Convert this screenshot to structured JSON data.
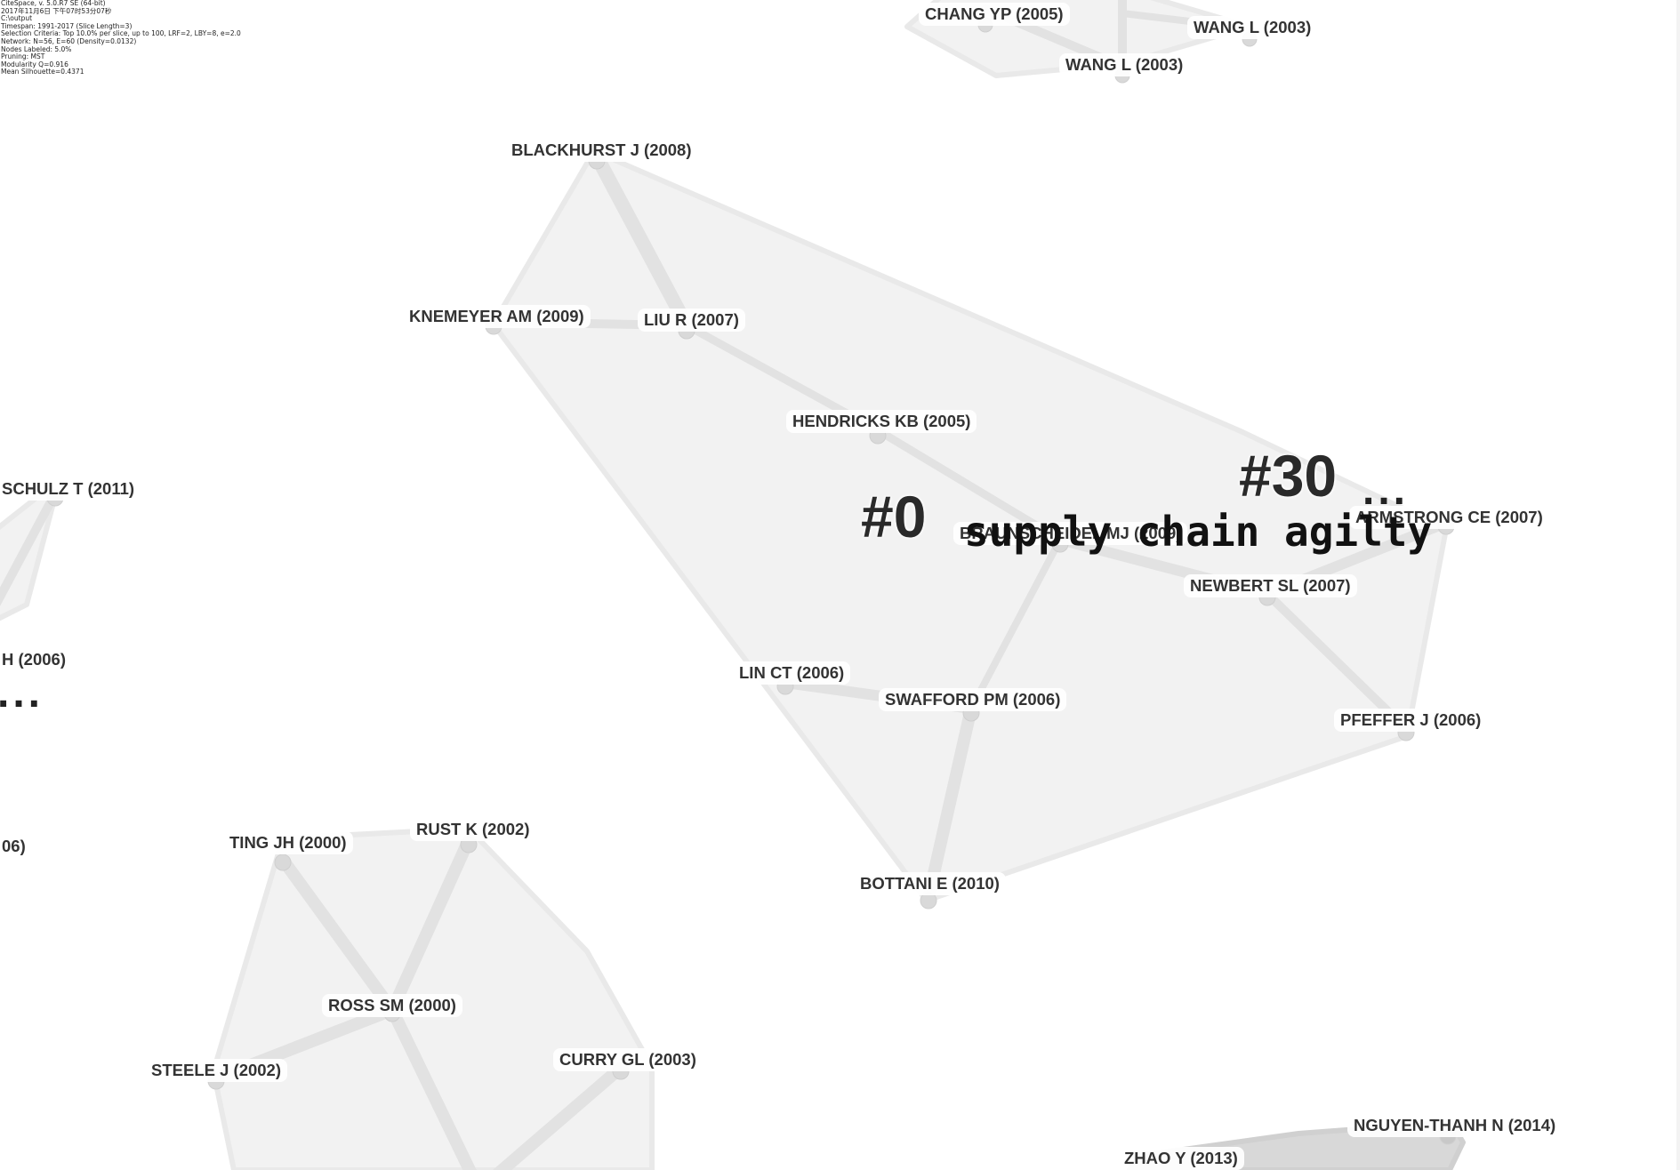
{
  "info_panel": {
    "lines": [
      "CiteSpace, v. 5.0.R7 SE (64-bit)",
      "2017年11月6日 下午07时53分07秒",
      "C:\\output",
      "Timespan: 1991-2017 (Slice Length=3)",
      "Selection Criteria: Top 10.0% per slice, up to 100, LRF=2, LBY=8, e=2.0",
      "Network: N=56, E=60 (Density=0.0132)",
      "Nodes Labeled: 5.0%",
      "Pruning: MST",
      "Modularity Q=0.916",
      "Mean Silhouette=0.4371"
    ]
  },
  "nodes": [
    {
      "id": "chang",
      "label": "CHANG YP (2005)"
    },
    {
      "id": "wang1",
      "label": "WANG L (2003)"
    },
    {
      "id": "wang2",
      "label": "WANG L (2003)"
    },
    {
      "id": "blackhurst",
      "label": "BLACKHURST J (2008)"
    },
    {
      "id": "knemeyer",
      "label": "KNEMEYER AM (2009)"
    },
    {
      "id": "liu",
      "label": "LIU R (2007)"
    },
    {
      "id": "hendricks",
      "label": "HENDRICKS KB (2005)"
    },
    {
      "id": "braunscheidel",
      "label": "BRAUNSCHEIDEL MJ (2009)"
    },
    {
      "id": "armstrong",
      "label": "ARMSTRONG CE (2007)"
    },
    {
      "id": "newbert",
      "label": "NEWBERT SL (2007)"
    },
    {
      "id": "schulz",
      "label": "SCHULZ T (2011)"
    },
    {
      "id": "h2006",
      "label": "H (2006)"
    },
    {
      "id": "n06",
      "label": "06)"
    },
    {
      "id": "linct",
      "label": "LIN CT (2006)"
    },
    {
      "id": "swafford",
      "label": "SWAFFORD PM (2006)"
    },
    {
      "id": "pfeffer",
      "label": "PFEFFER J (2006)"
    },
    {
      "id": "bottani",
      "label": "BOTTANI E (2010)"
    },
    {
      "id": "ting",
      "label": "TING JH (2000)"
    },
    {
      "id": "rust",
      "label": "RUST K (2002)"
    },
    {
      "id": "ross",
      "label": "ROSS SM (2000)"
    },
    {
      "id": "steele",
      "label": "STEELE J (2002)"
    },
    {
      "id": "curry",
      "label": "CURRY GL (2003)"
    },
    {
      "id": "nguyen",
      "label": "NGUYEN-THANH N (2014)"
    },
    {
      "id": "zhao",
      "label": "ZHAO Y (2013)"
    }
  ],
  "clusters": [
    {
      "id": "c0",
      "number": "#0",
      "name": "supply chain agilty"
    },
    {
      "id": "c30",
      "number": "#30",
      "name": "..."
    }
  ],
  "left_cluster_ellipsis": "..."
}
